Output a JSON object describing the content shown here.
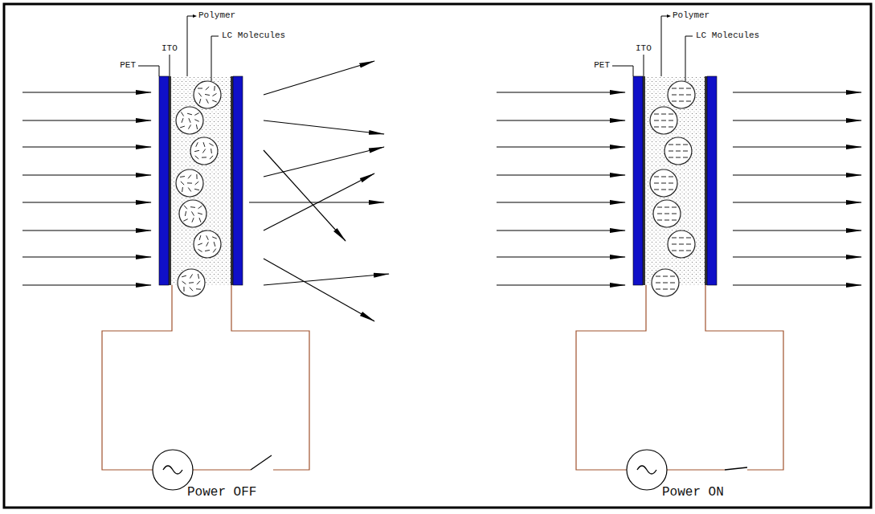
{
  "diagram": {
    "labels": [
      "PET",
      "ITO",
      "Polymer",
      "LC Molecules",
      "PET",
      "ITO",
      "Polymer",
      "LC Molecules",
      "Power OFF",
      "Power ON"
    ]
  }
}
